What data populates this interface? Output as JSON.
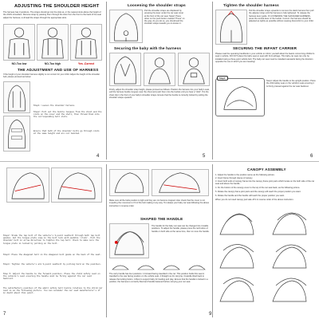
{
  "pages": {
    "p4": {
      "num": "4",
      "title": "ADJUSTING THE SHOULDER HEIGHT",
      "intro": "The harness has 3 positions. The straps should go into the slots at, or the nearest slots above the height of the child's shoulders. Remove strap by passing them through the slots from the front to the back of the seat adjust the harness; re-thread the straps through the appropriate slots.",
      "labels": [
        "NO-Too low",
        "NO-Too high",
        "Yes -Correct"
      ],
      "sub_title": "THE ADJUSTMENT AND USE OF HARNESS",
      "sub_intro": "If the height of your shoulder harness slightly is not correct for your child. Adjust the height of the shoulder belt, please proceed as below:",
      "steps": [
        "Step1: Loosen the shoulder harness.",
        "Step2: Pull out the buckle tongues from the chest and the slots on the cover and the shell, then thread them into the corresponding belt slots.",
        "Ensure that both of the shoulder belts go through slots at the same height and are not twisted."
      ]
    },
    "p5": {
      "title": "Loosening the shoulder straps",
      "text": "Pull the shoulder straps are displaced by pressing the lever under the car seat cover at the front of the car seat. Step2: Press down on the push button marked \"Press\" on the gray. As you do so, you should pull the shoulder straps towards you to loosen it.",
      "title2": "Tighten the shoulder harness",
      "text2": "Pull the shoulder straps upwards to remove the slack harness then pull the adjuster strap until the harness is fully tightened. To release the harness lever guide. IF LOOSENING THE SHOULDER HARNESS, press the central lever of the buckle. Correct: the harness should be adjusted as tightly as possible without causing discomfort to your child.",
      "title3": "Securing the baby with the harness",
      "text3": "Firstly, adjust the shoulder strap height, please proceed as follows: Position the harness into your baby's seat, pull the harness buckle tongues near the chest and push them into the buckle until you hear a \"click\". Put the chest clip in the front of your baby's shoulder straps. Ensure that the buckle is correctly locked by pulling the shoulder straps upwards.",
      "num": "5"
    },
    "p6": {
      "title": "SECURING THE INFANT CARRIER",
      "text": "Please read the operating handbook in your vehicle to inform yourself about the basics concerning children's seat in vehicle. DO NOT place this baby seat on seat with front airbags. This baby car seat can only be installed using a three-point vehicle belt. The baby car seat must be installed rearwards facing the direction opposite the one in which you are traveling!",
      "step1_label": "Step1",
      "step1_text": "Step1: Adjust the handle to the upright position. Press the child safety seat on the vehicle's seat ensuring it is firmly pressed against the car seat backrest.",
      "num": "6",
      "canopy_title": "CANOPY ASSEMBLY",
      "canopy_steps": [
        "1. Adjust the handle to the position same as the following picture.",
        "2. Insert frame through sleeve of canopy.",
        "3. Insert both ends of canopy frame into the canopy frame joint parts which locate on the both side of the car seat and above the handle.",
        "4. Fix the bottom of the canopy cover to the top of the car seat back, as the following picture.",
        "5. Rotate the canopy frame joint parts and the canopy will reach the proper position you want.",
        "6. Rotate the handle and the handle will reach the proper position you want.",
        "When you do not need canopy just take off it in reverse order of the above instruction."
      ]
    },
    "p7": {
      "num": "7",
      "text_top": "Make sure all the belts position is tight and they are not become trapped. Also check that the cover is not impeding the movement or fit of the belt making it any way. To release your baby car seat following the above instruction in reverse order.",
      "step2": "Step2: Slide the lap belt of the vehicle's 3-point seatbelt through both lap belt guides. Get the tongue plate snap in the belt lock with audible 'click'. Pull the shoulder belt in arrow direction to tighten the lap belt. Check to make sure the tongue plate is locked by pulling on the belt.",
      "step3": "Step3: Place the diagonal belt in the diagonal belt guide on the back of the seat.",
      "step4": "Step4: Tighten the vehicle's arm 3-point seatbelt by pulling hard on the position.",
      "step5": "Step 5: Adjust the handle to the forward position. Place the child safety seat on the vehicle's seat ensuring the handle must be firmly against the car seat backrest.",
      "note": "The satisfactory position of the adult safety belt buckle relative to the child car seat is as the following picture. You can consider the car seat manufacturer's if in doubt about this point.",
      "handle_title": "SHAPED THE HANDLE",
      "handle_text": "The handle for the baby car seat can be changed into 4 stable positions. To adjust the handle, please press the red button of handle on both side at the same time, then to move the handle.",
      "handle_pos": "The carry handle has four positions: 1.Forward facing travelled in the car: This position holds this seat in travelled to the rear facing position on the vehicle seat. 2.Straight up for carrying. 3.Handle tilted back to release the locking button. 4.Rest to support baby for feeding and play. Ensure that the handle is locked in a position; the harness is correctly fitted and handle fastened before carrying your car seat.",
      "num9": "9"
    }
  }
}
